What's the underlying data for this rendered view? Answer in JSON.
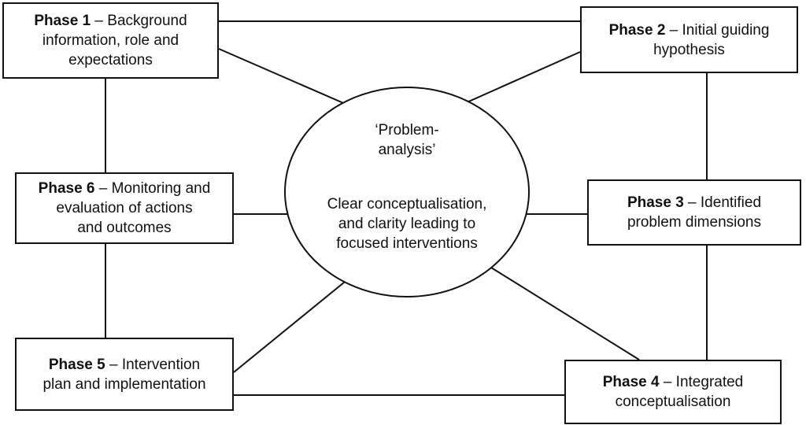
{
  "diagram": {
    "name": "problem-analysis cycle",
    "center": {
      "title_lines": [
        "‘Problem-",
        "analysis’"
      ],
      "body_lines": [
        "Clear conceptualisation,",
        "and clarity leading to",
        "focused interventions"
      ]
    },
    "phases": [
      {
        "bold": "Phase 1",
        "rest": " – Background",
        "lines": [
          "information, role and",
          "expectations"
        ]
      },
      {
        "bold": "Phase 2",
        "rest": " – Initial guiding",
        "lines": [
          "hypothesis"
        ]
      },
      {
        "bold": "Phase 3",
        "rest": " – Identified",
        "lines": [
          "problem dimensions"
        ]
      },
      {
        "bold": "Phase 4",
        "rest": " – Integrated",
        "lines": [
          "conceptualisation"
        ]
      },
      {
        "bold": "Phase 5",
        "rest": " – Intervention",
        "lines": [
          "plan and implementation"
        ]
      },
      {
        "bold": "Phase 6",
        "rest": " – Monitoring and",
        "lines": [
          "evaluation of actions",
          "and outcomes"
        ]
      }
    ],
    "colors": {
      "background": "#ffffff",
      "line": "#111111",
      "box_border": "#111111",
      "box_fill": "#ffffff",
      "text": "#111111"
    }
  }
}
